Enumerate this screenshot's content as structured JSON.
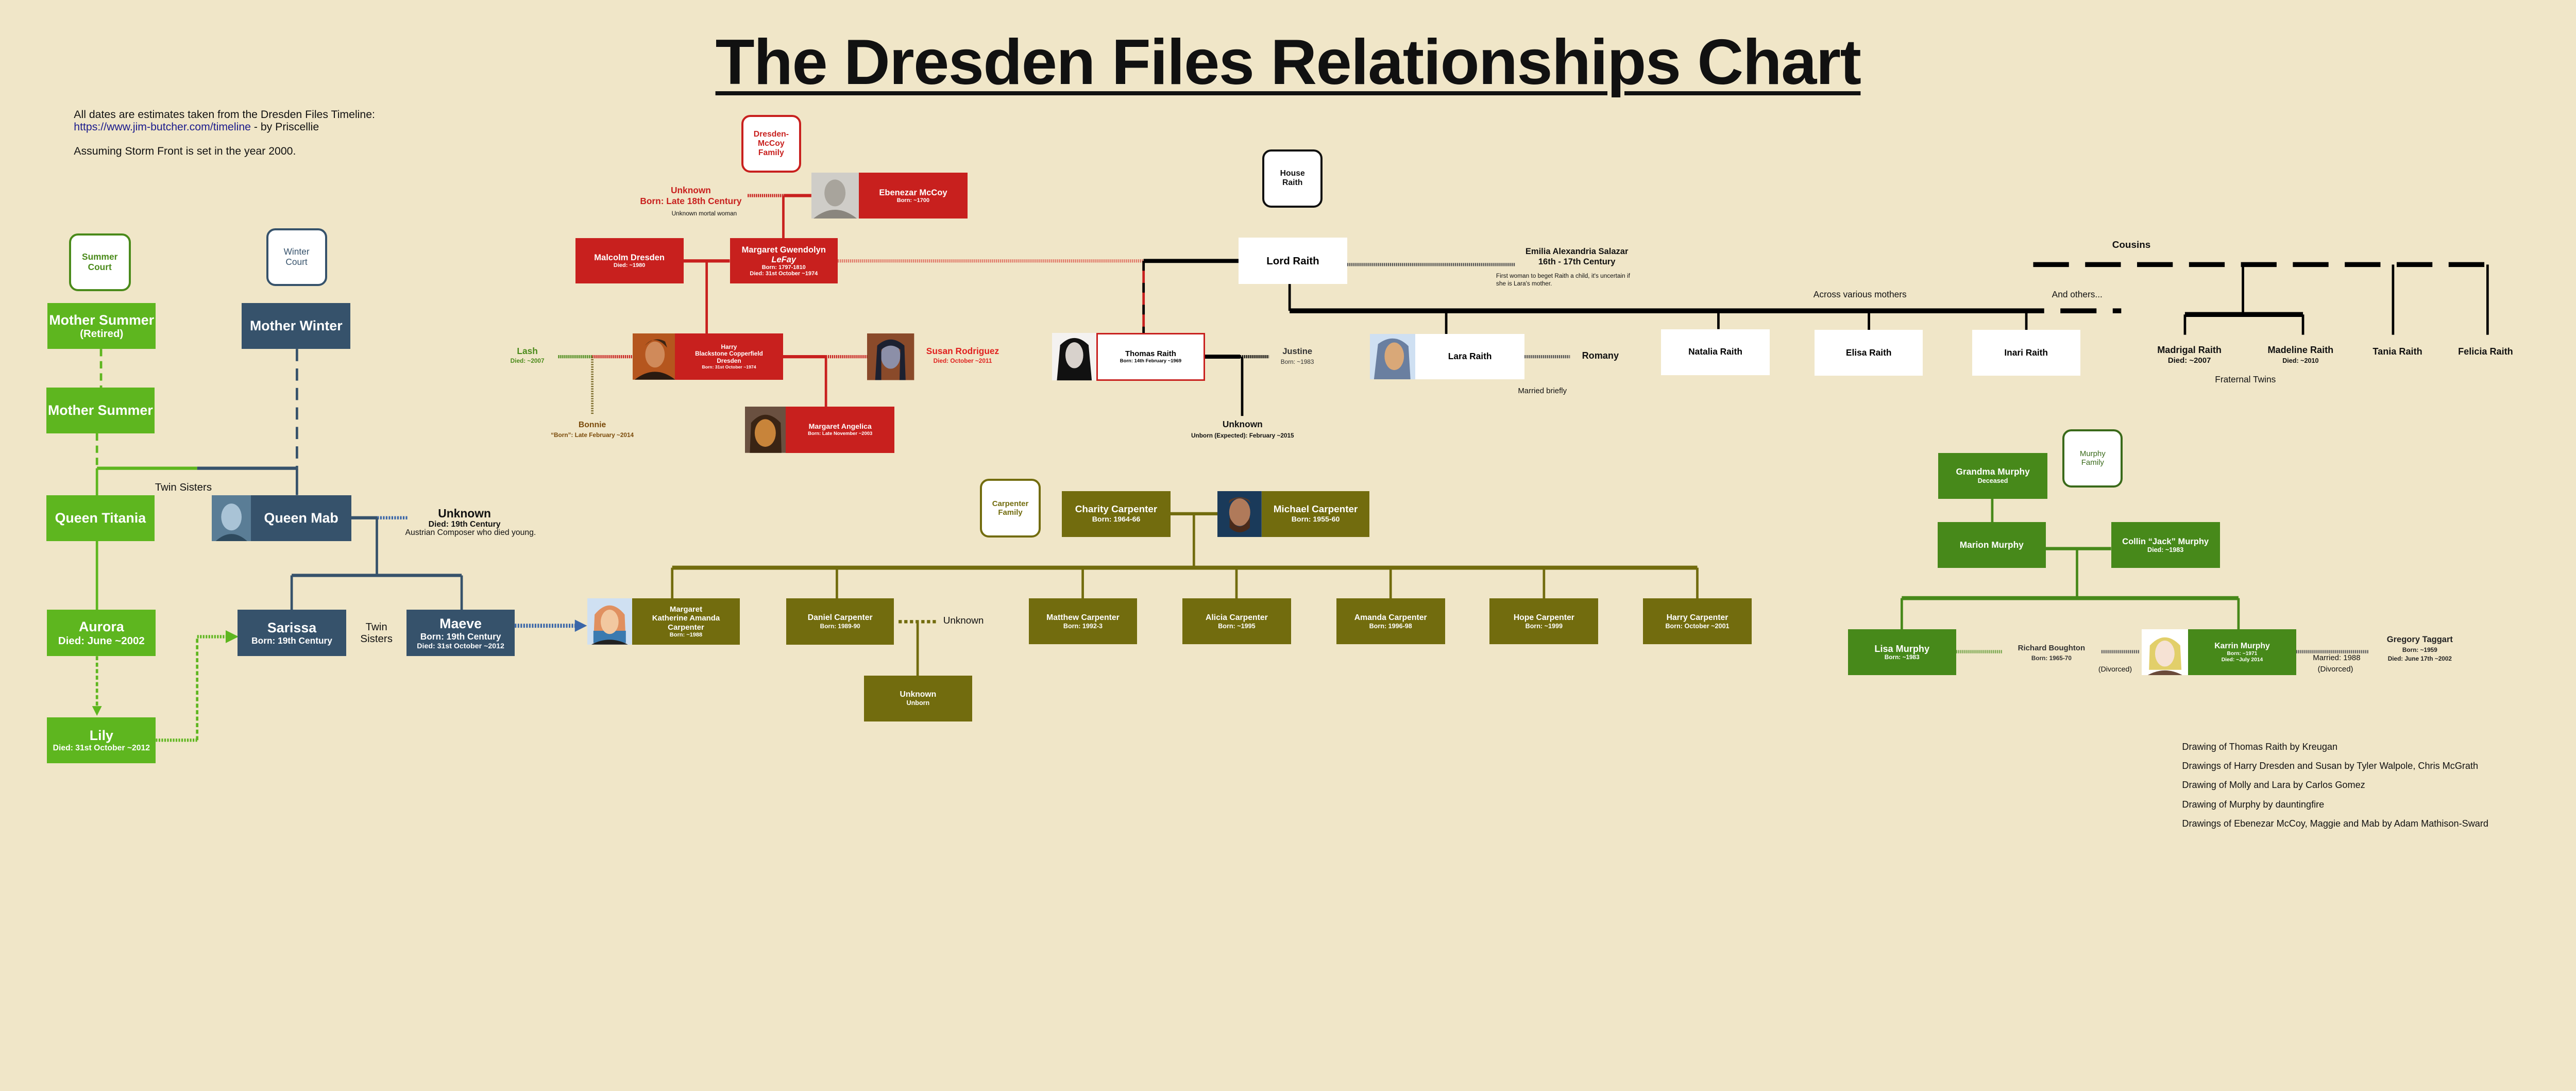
{
  "title": "The Dresden Files Relationships Chart",
  "notes": {
    "line1": "All dates are estimates taken from the Dresden Files Timeline:",
    "link": "https://www.jim-butcher.com/timeline",
    "by": " - by Priscellie",
    "line2": "Assuming Storm Front is set in the year 2000."
  },
  "colors": {
    "background": "#f0e6c8",
    "dresden_red": "#c8201e",
    "summer_green": "#5eb61f",
    "winter_blue": "#36526b",
    "carpenter_olive": "#726c0e",
    "murphy_green": "#47891a",
    "raith_white": "#ffffff"
  },
  "faerie": {
    "summer_court": [
      "Summer",
      "Court"
    ],
    "winter_court": [
      "Winter",
      "Court"
    ],
    "mother_summer_retired": {
      "name": "Mother Summer",
      "sub": "(Retired)"
    },
    "mother_winter": {
      "name": "Mother Winter"
    },
    "mother_summer": {
      "name": "Mother Summer"
    },
    "twin_sisters_1": "Twin Sisters",
    "queen_titania": {
      "name": "Queen Titania"
    },
    "queen_mab": {
      "name": "Queen Mab"
    },
    "mab_partner": {
      "name": "Unknown",
      "died": "Died: 19th Century",
      "note": "Austrian Composer who died young."
    },
    "aurora": {
      "name": "Aurora",
      "died": "Died: June ~2002"
    },
    "lily": {
      "name": "Lily",
      "died": "Died: 31st October ~2012"
    },
    "sarissa": {
      "name": "Sarissa",
      "born": "Born: 19th Century"
    },
    "twin_sisters_2": [
      "Twin",
      "Sisters"
    ],
    "maeve": {
      "name": "Maeve",
      "born": "Born: 19th Century",
      "died": "Died: 31st October ~2012"
    }
  },
  "dresden": {
    "family_label": [
      "Dresden-",
      "McCoy",
      "Family"
    ],
    "unknown_woman": {
      "name": "Unknown",
      "born": "Born: Late 18th Century",
      "note": "Unknown mortal woman"
    },
    "ebenezar": {
      "name": "Ebenezar McCoy",
      "born": "Born: ~1700"
    },
    "malcolm": {
      "name": "Malcolm Dresden",
      "died": "Died: ~1980"
    },
    "margaret": {
      "name": "Margaret Gwendolyn",
      "name2": "LeFay",
      "born": "Born: 1797-1810",
      "died": "Died: 31st October ~1974"
    },
    "harry": {
      "name1": "Harry",
      "name2": "Blackstone Copperfield",
      "name3": "Dresden",
      "born": "Born: 31st October ~1974"
    },
    "lash": {
      "name": "Lash",
      "died": "Died: ~2007"
    },
    "bonnie": {
      "name": "Bonnie",
      "born": "“Born”: Late February ~2014"
    },
    "susan": {
      "name": "Susan Rodriguez",
      "died": "Died: October ~2011"
    },
    "maggie": {
      "name": "Margaret Angelica",
      "born": "Born: Late November ~2003"
    }
  },
  "raith": {
    "family_label": [
      "House",
      "Raith"
    ],
    "lord_raith": {
      "name": "Lord Raith"
    },
    "emilia": {
      "name": "Emilia Alexandria Salazar",
      "era": "16th - 17th Century",
      "note1": "First woman to beget Raith a child, it's uncertain if",
      "note2": "she is Lara's mother."
    },
    "thomas": {
      "name": "Thomas Raith",
      "born": "Born: 14th February ~1969"
    },
    "justine": {
      "name": "Justine",
      "born": "Born: ~1983"
    },
    "thomas_child": {
      "name": "Unknown",
      "born": "Unborn (Expected): February ~2015"
    },
    "lara": {
      "name": "Lara Raith"
    },
    "romany": {
      "name": "Romany"
    },
    "married_briefly": "Married briefly",
    "across_mothers": "Across various mothers",
    "and_others": "And others...",
    "natalia": {
      "name": "Natalia Raith"
    },
    "elisa": {
      "name": "Elisa Raith"
    },
    "inari": {
      "name": "Inari Raith"
    },
    "cousins": "Cousins",
    "madrigal": {
      "name": "Madrigal Raith",
      "died": "Died: ~2007"
    },
    "madeline": {
      "name": "Madeline Raith",
      "died": "Died: ~2010"
    },
    "tania": {
      "name": "Tania Raith"
    },
    "felicia": {
      "name": "Felicia Raith"
    },
    "fraternal_twins": "Fraternal Twins"
  },
  "carpenter": {
    "family_label": [
      "Carpenter",
      "Family"
    ],
    "charity": {
      "name": "Charity Carpenter",
      "born": "Born: 1964-66"
    },
    "michael": {
      "name": "Michael Carpenter",
      "born": "Born: 1955-60"
    },
    "molly": {
      "name1": "Margaret",
      "name2": "Katherine Amanda",
      "name3": "Carpenter",
      "born": "Born: ~1988"
    },
    "daniel": {
      "name": "Daniel Carpenter",
      "born": "Born: 1989-90"
    },
    "daniel_partner": "Unknown",
    "daniel_child": {
      "name": "Unknown",
      "born": "Unborn"
    },
    "children": [
      {
        "name": "Matthew Carpenter",
        "born": "Born: 1992-3"
      },
      {
        "name": "Alicia Carpenter",
        "born": "Born: ~1995"
      },
      {
        "name": "Amanda Carpenter",
        "born": "Born: 1996-98"
      },
      {
        "name": "Hope Carpenter",
        "born": "Born: ~1999"
      },
      {
        "name": "Harry Carpenter",
        "born": "Born: October ~2001"
      }
    ]
  },
  "murphy": {
    "family_label": [
      "Murphy",
      "Family"
    ],
    "grandma": {
      "name": "Grandma Murphy",
      "sub": "Deceased"
    },
    "marion": {
      "name": "Marion Murphy"
    },
    "collin": {
      "name": "Collin “Jack” Murphy",
      "died": "Died: ~1983"
    },
    "lisa": {
      "name": "Lisa Murphy",
      "born": "Born: ~1983"
    },
    "richard": {
      "name": "Richard Boughton",
      "born": "Born: 1965-70",
      "status": "(Divorced)"
    },
    "karrin": {
      "name": "Karrin Murphy",
      "born": "Born:  ~1971",
      "died": "Died: ~July 2014"
    },
    "gregory": {
      "name": "Gregory Taggart",
      "born": "Born: ~1959",
      "died": "Died: June 17th ~2002",
      "married": "Married: 1988",
      "status": "(Divorced)"
    }
  },
  "credits": [
    "Drawing of Thomas Raith by Kreugan",
    "Drawings of Harry Dresden and Susan by Tyler Walpole, Chris McGrath",
    "Drawing of Molly and Lara by Carlos Gomez",
    "Drawing of Murphy by dauntingfire",
    "Drawings of Ebenezar McCoy, Maggie and Mab by Adam Mathison-Sward"
  ],
  "portraits": [
    "thomas-raith",
    "harry-dresden",
    "susan-rodriguez",
    "molly-carpenter",
    "lara-raith",
    "karrin-murphy",
    "ebenezar-mccoy",
    "maggie-dresden",
    "queen-mab",
    "michael-carpenter"
  ]
}
